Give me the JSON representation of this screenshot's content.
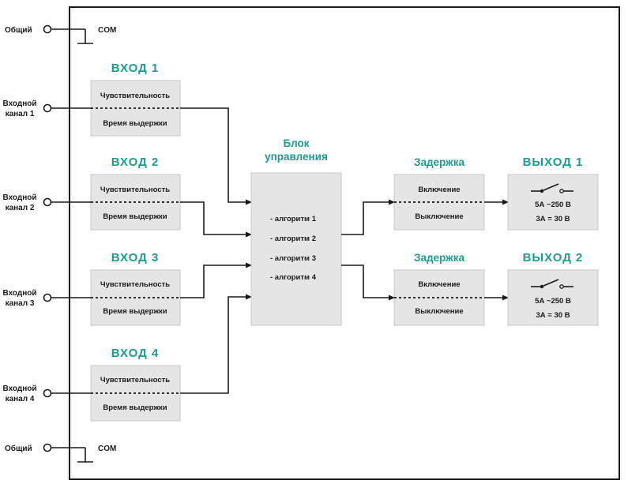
{
  "common": {
    "label": "Общий",
    "com": "COM"
  },
  "inputs": [
    {
      "title": "ВХОД 1",
      "channel": [
        "Входной",
        "канал 1"
      ],
      "sensitivity": "Чувствительность",
      "hold_time": "Время выдержки"
    },
    {
      "title": "ВХОД 2",
      "channel": [
        "Входной",
        "канал 2"
      ],
      "sensitivity": "Чувствительность",
      "hold_time": "Время выдержки"
    },
    {
      "title": "ВХОД 3",
      "channel": [
        "Входной",
        "канал 3"
      ],
      "sensitivity": "Чувствительность",
      "hold_time": "Время выдержки"
    },
    {
      "title": "ВХОД 4",
      "channel": [
        "Входной",
        "канал 4"
      ],
      "sensitivity": "Чувствительность",
      "hold_time": "Время выдержки"
    }
  ],
  "control": {
    "title": [
      "Блок",
      "управления"
    ],
    "algorithms": [
      "- алгоритм 1",
      "- алгоритм 2",
      "- алгоритм 3",
      "- алгоритм 4"
    ]
  },
  "delays": [
    {
      "title": "Задержка",
      "on": "Включение",
      "off": "Выключение"
    },
    {
      "title": "Задержка",
      "on": "Включение",
      "off": "Выключение"
    }
  ],
  "outputs": [
    {
      "title": "ВЫХОД 1",
      "rating_ac": "5А ~250 В",
      "rating_dc": "3А = 30 В"
    },
    {
      "title": "ВЫХОД 2",
      "rating_ac": "5А ~250 В",
      "rating_dc": "3А = 30 В"
    }
  ]
}
